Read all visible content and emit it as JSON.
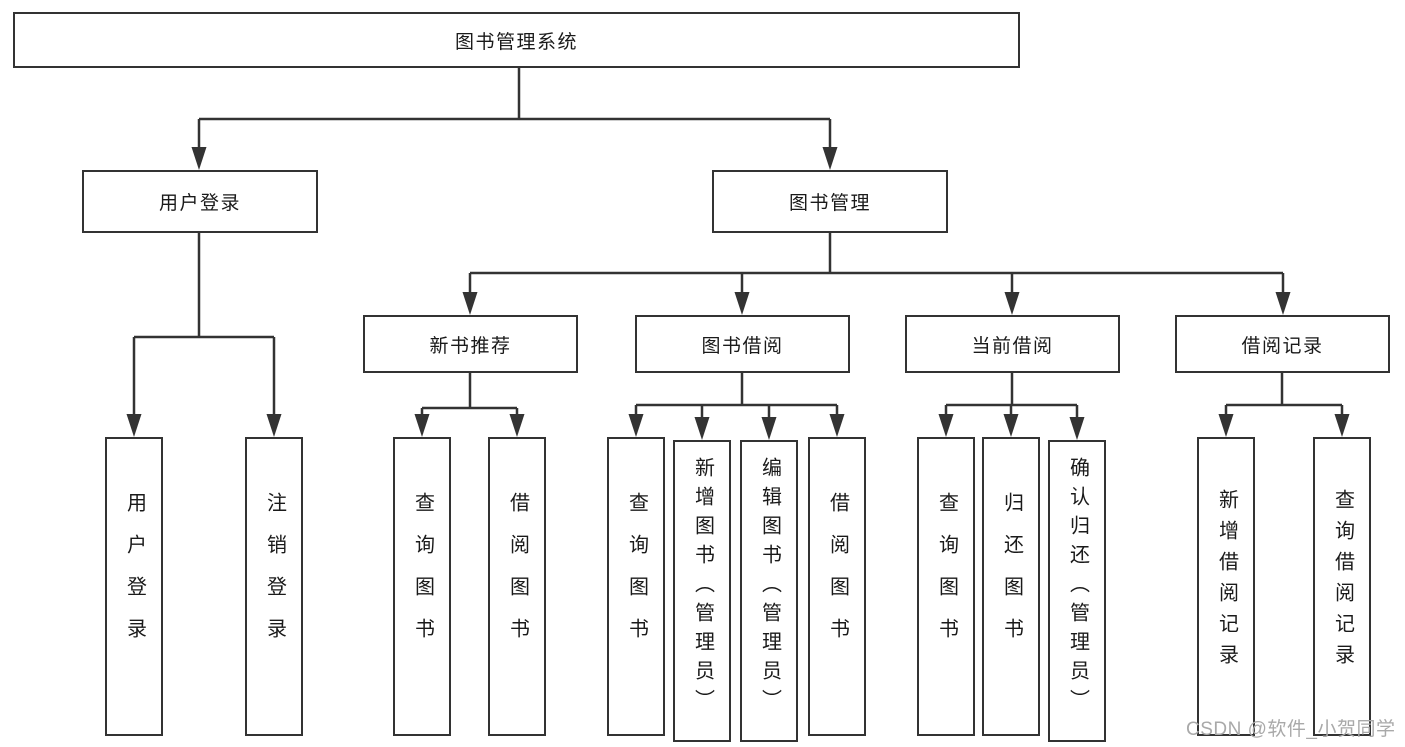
{
  "diagram": {
    "root": {
      "label": "图书管理系统"
    },
    "level2": {
      "user_login": {
        "label": "用户登录"
      },
      "book_management": {
        "label": "图书管理"
      }
    },
    "level3": {
      "new_book_recommend": {
        "label": "新书推荐"
      },
      "book_borrow": {
        "label": "图书借阅"
      },
      "current_borrow": {
        "label": "当前借阅"
      },
      "borrow_records": {
        "label": "借阅记录"
      }
    },
    "leaves": {
      "user_login_leaf": {
        "label": "用户登录"
      },
      "logout": {
        "label": "注销登录"
      },
      "rec_query_books": {
        "label": "查询图书"
      },
      "rec_borrow_books": {
        "label": "借阅图书"
      },
      "bb_query_books": {
        "label": "查询图书"
      },
      "bb_add_books": {
        "label": "新增图书（管理员）"
      },
      "bb_edit_books": {
        "label": "编辑图书（管理员）"
      },
      "bb_borrow_books": {
        "label": "借阅图书"
      },
      "cb_query_books": {
        "label": "查询图书"
      },
      "cb_return_books": {
        "label": "归还图书"
      },
      "cb_confirm_return": {
        "label": "确认归还（管理员）"
      },
      "br_add_record": {
        "label": "新增借阅记录"
      },
      "br_query_record": {
        "label": "查询借阅记录"
      }
    }
  },
  "watermark": {
    "text": "CSDN @软件_小贺同学"
  }
}
